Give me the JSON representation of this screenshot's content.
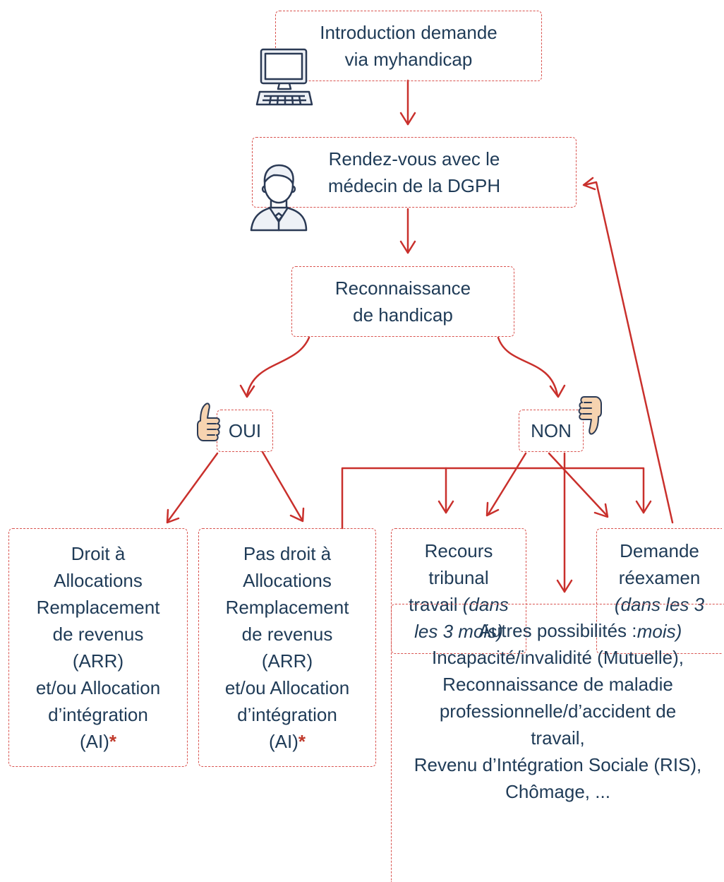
{
  "boxes": {
    "intro": {
      "lines": [
        "Introduction demande",
        "via myhandicap"
      ]
    },
    "rdv": {
      "lines": [
        "Rendez-vous avec le",
        "médecin de la DGPH"
      ]
    },
    "reco": {
      "lines": [
        "Reconnaissance",
        "de handicap"
      ]
    },
    "oui": {
      "label": "OUI"
    },
    "non": {
      "label": "NON"
    },
    "droit": {
      "lines": [
        "Droit à",
        "Allocations",
        "Remplacement",
        "de revenus",
        "(ARR)",
        "et/ou Allocation",
        "d’intégration",
        "(AI)"
      ],
      "asterisk": "*"
    },
    "pasdroit": {
      "lines": [
        "Pas droit à",
        "Allocations",
        "Remplacement",
        "de revenus",
        "(ARR)",
        "et/ou Allocation",
        "d’intégration",
        "(AI)"
      ],
      "asterisk": "*"
    },
    "recours": {
      "lines": [
        "Recours",
        "tribunal",
        "travail"
      ],
      "italic_a": "(dans",
      "italic_b": "les 3 mois)"
    },
    "reexamen": {
      "lines": [
        "Demande",
        "réexamen"
      ],
      "italic_a": "(dans les 3",
      "italic_b": "mois)"
    },
    "autres": {
      "lines": [
        "Autres possibilités :",
        "Incapacité/invalidité (Mutuelle),",
        "Reconnaissance de maladie",
        "professionnelle/d’accident de",
        "travail,",
        "Revenu d’Intégration Sociale (RIS),",
        "Chômage, ..."
      ]
    }
  },
  "icons": [
    "computer-icon",
    "doctor-icon",
    "thumbs-up-icon",
    "thumbs-down-icon"
  ],
  "colors": {
    "accent": "#c9302c",
    "text": "#1f3b57",
    "icon": "#2b3a55",
    "skin": "#f6d3b0"
  }
}
